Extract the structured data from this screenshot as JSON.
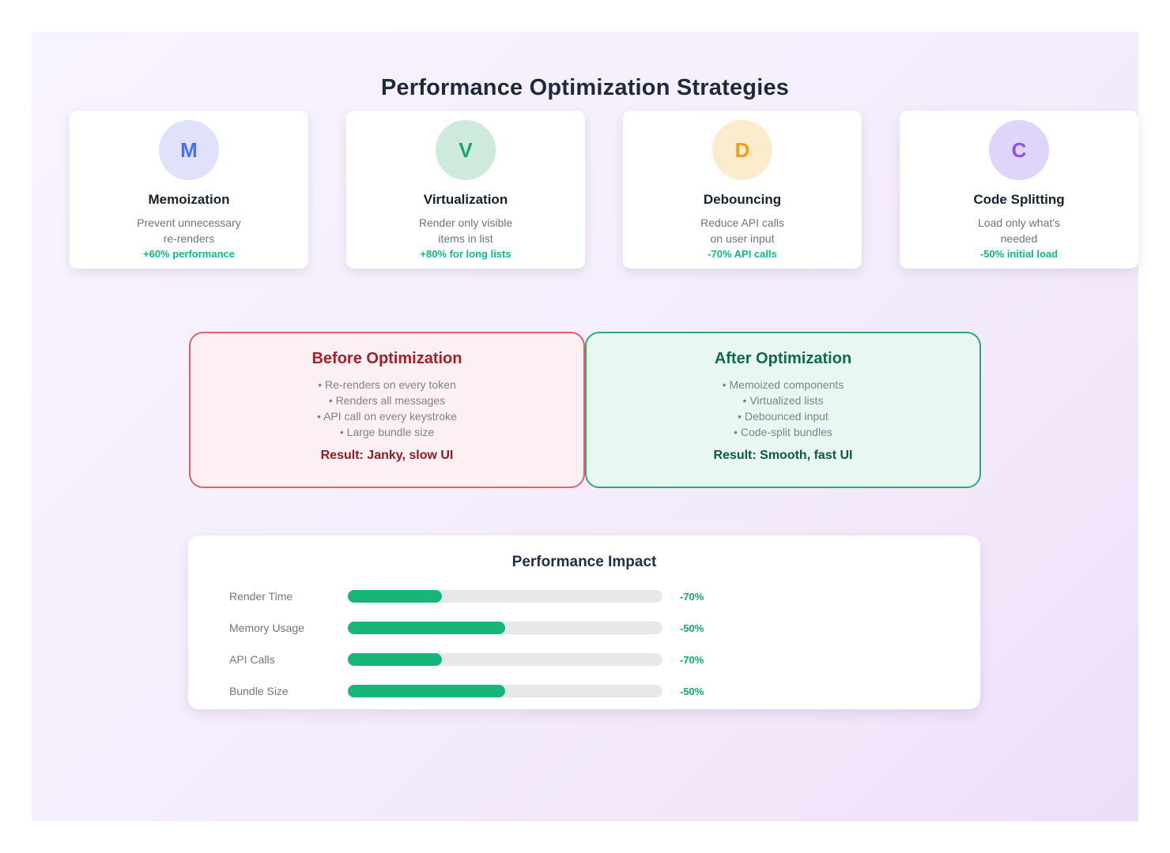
{
  "page": {
    "title": "Performance Optimization Strategies"
  },
  "colors": {
    "title_dark": "#1e2a3b",
    "stat_green": "#10b981",
    "bar_fill_green": "#17b577",
    "bar_pct_green": "#0fa872",
    "before_border": "#e4606a",
    "before_bg": "#fdf0f2",
    "before_title": "#a51e2c",
    "before_result": "#8e1c28",
    "after_border": "#2aa97b",
    "after_bg": "#e9f7f1",
    "after_title": "#0e6a4d",
    "after_result": "#0c5b41"
  },
  "strategies": [
    {
      "letter": "M",
      "name": "Memoization",
      "desc_lines": [
        "Prevent unnecessary",
        "re-renders"
      ],
      "stat": "+60% performance",
      "circle_bg": "#dfe2fa",
      "letter_color": "#4a6cf7"
    },
    {
      "letter": "V",
      "name": "Virtualization",
      "desc_lines": [
        "Render only visible",
        "items in list"
      ],
      "stat": "+80% for long lists",
      "circle_bg": "#cdeadd",
      "letter_color": "#17a673"
    },
    {
      "letter": "D",
      "name": "Debouncing",
      "desc_lines": [
        "Reduce API calls",
        "on user input"
      ],
      "stat": "-70% API calls",
      "circle_bg": "#fbeccd",
      "letter_color": "#f09d18"
    },
    {
      "letter": "C",
      "name": "Code Splitting",
      "desc_lines": [
        "Load only what's",
        "needed"
      ],
      "stat": "-50% initial load",
      "circle_bg": "#ded5f9",
      "letter_color": "#8a53ee"
    }
  ],
  "comparison": {
    "before": {
      "title": "Before Optimization",
      "items": [
        "Re-renders on every token",
        "Renders all messages",
        "API call on every keystroke",
        "Large bundle size"
      ],
      "result": "Result: Janky, slow UI"
    },
    "after": {
      "title": "After Optimization",
      "items": [
        "Memoized components",
        "Virtualized lists",
        "Debounced input",
        "Code-split bundles"
      ],
      "result": "Result: Smooth, fast UI"
    }
  },
  "impact": {
    "title": "Performance Impact",
    "bars": [
      {
        "label": "Render Time",
        "value": "-70%",
        "fill": "30%"
      },
      {
        "label": "Memory Usage",
        "value": "-50%",
        "fill": "50%"
      },
      {
        "label": "API Calls",
        "value": "-70%",
        "fill": "30%"
      },
      {
        "label": "Bundle Size",
        "value": "-50%",
        "fill": "50%"
      }
    ]
  }
}
